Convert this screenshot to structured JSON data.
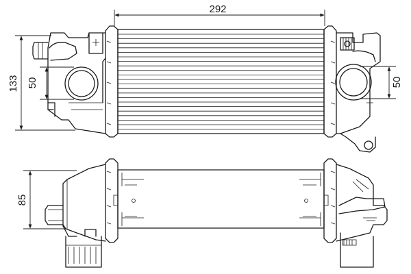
{
  "dimensions": {
    "core_width": "292",
    "total_height": "133",
    "inlet_diameter_left": "50",
    "outlet_diameter_right": "50",
    "depth": "85"
  },
  "colors": {
    "line": "#1a1a1a",
    "background": "#ffffff"
  }
}
